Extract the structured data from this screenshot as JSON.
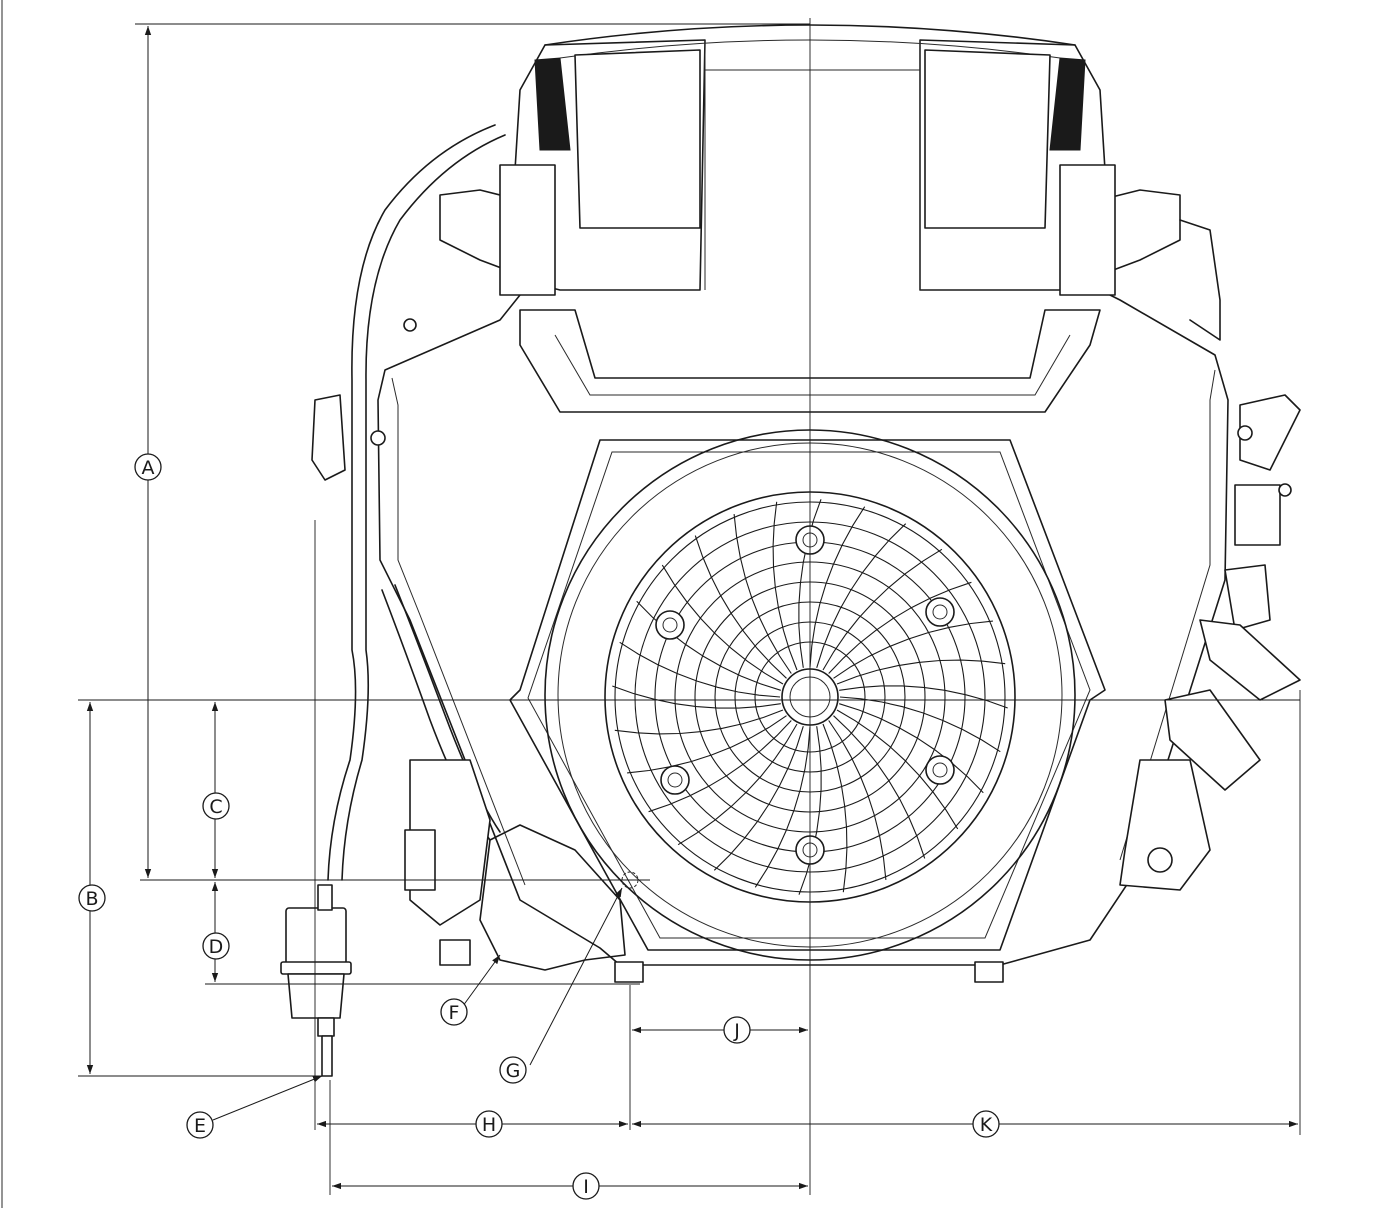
{
  "labels": {
    "A": "A",
    "B": "B",
    "C": "C",
    "D": "D",
    "E": "E",
    "F": "F",
    "G": "G",
    "H": "H",
    "I": "I",
    "J": "J",
    "K": "K"
  },
  "colors": {
    "ink": "#1a1a1a",
    "background": "#ffffff"
  }
}
